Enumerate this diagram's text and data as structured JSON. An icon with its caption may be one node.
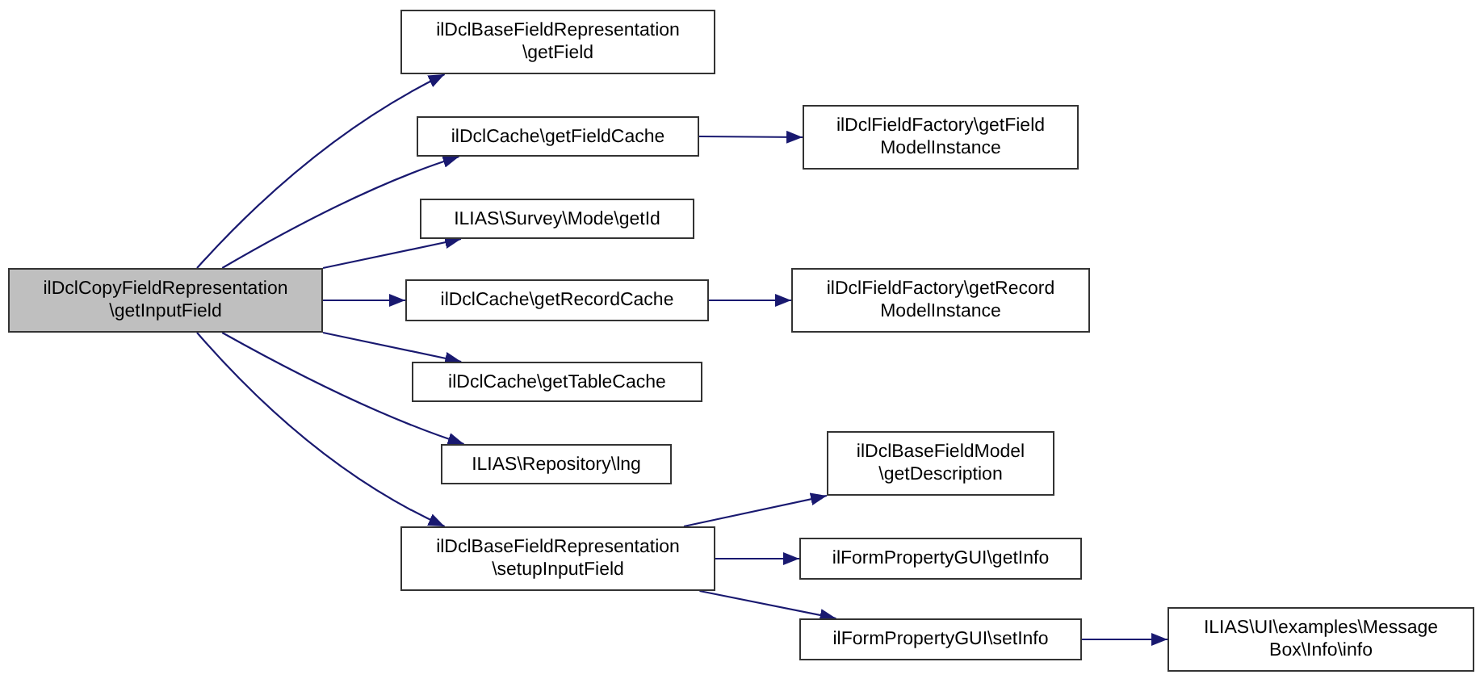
{
  "diagram": {
    "nodes": [
      {
        "text": [
          "ilDclCopyFieldRepresentation \\getInputField"
        ]
      },
      {
        "text": [
          "ilDclBaseFieldRepresentation \\getField"
        ]
      },
      {
        "text": [
          "ilDclCache\\getFieldCache"
        ]
      },
      {
        "text": [
          "ILIAS\\Survey\\Mode\\getId"
        ]
      },
      {
        "text": [
          "ilDclCache\\getRecordCache"
        ]
      },
      {
        "text": [
          "ilDclCache\\getTableCache"
        ]
      },
      {
        "text": [
          "ILIAS\\Repository\\lng"
        ]
      },
      {
        "text": [
          "ilDclBaseFieldRepresentation \\setupInputField"
        ]
      },
      {
        "text": [
          "ilDclFieldFactory\\getField ModelInstance"
        ]
      },
      {
        "text": [
          "ilDclFieldFactory\\getRecord ModelInstance"
        ]
      },
      {
        "text": [
          "ilDclBaseFieldModel \\getDescription"
        ]
      },
      {
        "text": [
          "ilFormPropertyGUI\\getInfo"
        ]
      },
      {
        "text": [
          "ilFormPropertyGUI\\setInfo"
        ]
      },
      {
        "text": [
          "ILIAS\\UI\\examples\\Message Box\\Info\\info"
        ]
      }
    ],
    "edges": [
      {
        "from": 0,
        "to": 1,
        "arrow": "to"
      },
      {
        "from": 0,
        "to": 2,
        "arrow": "to"
      },
      {
        "from": 0,
        "to": 3,
        "arrow": "to"
      },
      {
        "from": 0,
        "to": 4,
        "arrow": "to"
      },
      {
        "from": 0,
        "to": 5,
        "arrow": "to"
      },
      {
        "from": 0,
        "to": 6,
        "arrow": "to"
      },
      {
        "from": 0,
        "to": 7,
        "arrow": "to"
      },
      {
        "from": 2,
        "to": 8,
        "arrow": "to"
      },
      {
        "from": 4,
        "to": 9,
        "arrow": "to"
      },
      {
        "from": 7,
        "to": 10,
        "arrow": "to"
      },
      {
        "from": 7,
        "to": 11,
        "arrow": "to"
      },
      {
        "from": 7,
        "to": 12,
        "arrow": "to"
      },
      {
        "from": 12,
        "to": 13,
        "arrow": "to"
      }
    ]
  }
}
